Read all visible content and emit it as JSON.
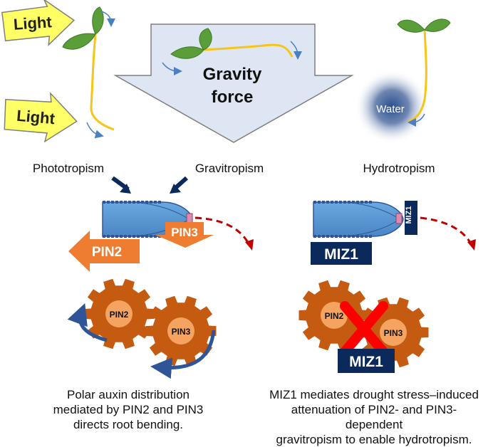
{
  "arrows": {
    "light_top": "Light",
    "light_bottom": "Light",
    "gravity_line1": "Gravity",
    "gravity_line2": "force"
  },
  "water_label": "Water",
  "tropisms": {
    "phototropism": "Phototropism",
    "gravitropism": "Gravitropism",
    "hydrotropism": "Hydrotropism"
  },
  "proteins": {
    "pin2_arrow": "PIN2",
    "pin3_arrow": "PIN3",
    "miz1_box": "MIZ1",
    "miz1_vertical": "MIZ1",
    "gear_left_pin2": "PIN2",
    "gear_left_pin3": "PIN3",
    "gear_right_pin2": "PIN2",
    "gear_right_pin3": "PIN3",
    "miz1_gear_box": "MIZ1"
  },
  "captions": {
    "left": [
      "Polar auxin distribution",
      "mediated by PIN2 and PIN3",
      "directs root bending."
    ],
    "right": [
      "MIZ1 mediates drought stress–induced",
      "attenuation of PIN2- and PIN3-dependent",
      "gravitropism to enable hydrotropism."
    ]
  },
  "colors": {
    "light_arrow": "#ffff66",
    "gravity_arrow": "#dde6f2",
    "root_blue": "#5b9bd5",
    "navy": "#0b2a5b",
    "pin_orange": "#ee7d31",
    "gear_brown": "#c55a11",
    "gear_center": "#f4a460",
    "red_x": "#ff0000",
    "dashed_red": "#c00000",
    "leaf_green": "#5a9e3a",
    "stem_yellow": "#f5c518"
  }
}
